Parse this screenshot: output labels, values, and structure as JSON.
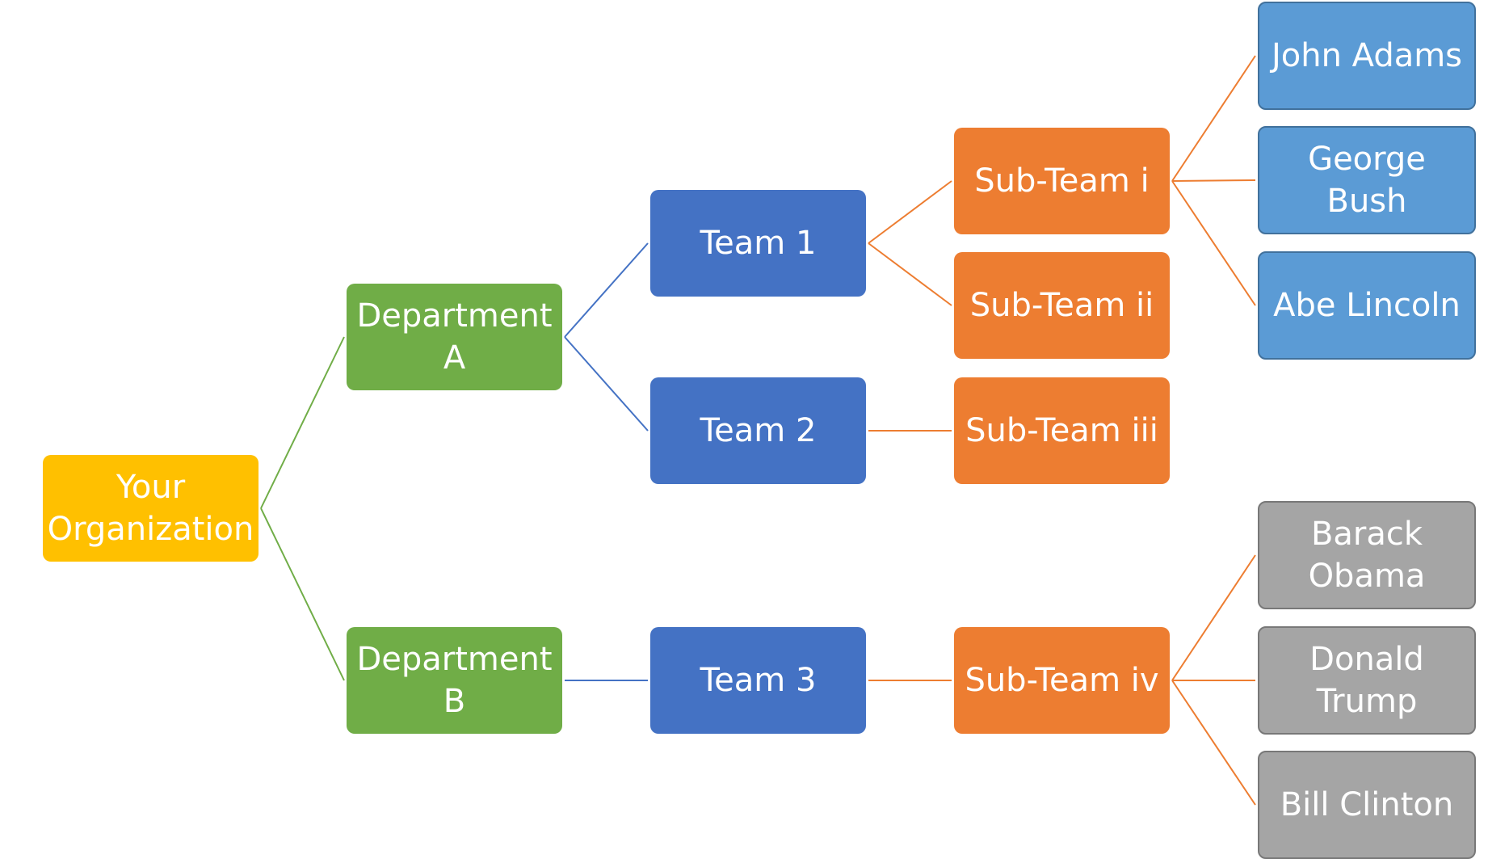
{
  "colors": {
    "organization": "#FFC000",
    "department": "#70AD47",
    "team": "#4472C4",
    "subteam": "#ED7D31",
    "person_group_1": "#5B9BD5",
    "person_group_1_border": "#41719C",
    "person_group_2": "#A5A5A5",
    "person_group_2_border": "#787878",
    "link_department": "#70AD47",
    "link_team": "#4472C4",
    "link_subteam": "#ED7D31"
  },
  "nodes": {
    "organization": {
      "label": "Your\nOrganization"
    },
    "department_a": {
      "label": "Department\nA"
    },
    "department_b": {
      "label": "Department\nB"
    },
    "team_1": {
      "label": "Team 1"
    },
    "team_2": {
      "label": "Team 2"
    },
    "team_3": {
      "label": "Team 3"
    },
    "subteam_i": {
      "label": "Sub-Team i"
    },
    "subteam_ii": {
      "label": "Sub-Team ii"
    },
    "subteam_iii": {
      "label": "Sub-Team iii"
    },
    "subteam_iv": {
      "label": "Sub-Team iv"
    },
    "person_1": {
      "label": "John Adams"
    },
    "person_2": {
      "label": "George Bush"
    },
    "person_3": {
      "label": "Abe Lincoln"
    },
    "person_4": {
      "label": "Barack\nObama"
    },
    "person_5": {
      "label": "Donald\nTrump"
    },
    "person_6": {
      "label": "Bill Clinton"
    }
  },
  "edges": [
    {
      "from": "organization",
      "to": "department_a",
      "color_key": "link_department"
    },
    {
      "from": "organization",
      "to": "department_b",
      "color_key": "link_department"
    },
    {
      "from": "department_a",
      "to": "team_1",
      "color_key": "link_team"
    },
    {
      "from": "department_a",
      "to": "team_2",
      "color_key": "link_team"
    },
    {
      "from": "department_b",
      "to": "team_3",
      "color_key": "link_team"
    },
    {
      "from": "team_1",
      "to": "subteam_i",
      "color_key": "link_subteam"
    },
    {
      "from": "team_1",
      "to": "subteam_ii",
      "color_key": "link_subteam"
    },
    {
      "from": "team_2",
      "to": "subteam_iii",
      "color_key": "link_subteam"
    },
    {
      "from": "team_3",
      "to": "subteam_iv",
      "color_key": "link_subteam"
    },
    {
      "from": "subteam_i",
      "to": "person_1",
      "color_key": "link_subteam"
    },
    {
      "from": "subteam_i",
      "to": "person_2",
      "color_key": "link_subteam"
    },
    {
      "from": "subteam_i",
      "to": "person_3",
      "color_key": "link_subteam"
    },
    {
      "from": "subteam_iv",
      "to": "person_4",
      "color_key": "link_subteam"
    },
    {
      "from": "subteam_iv",
      "to": "person_5",
      "color_key": "link_subteam"
    },
    {
      "from": "subteam_iv",
      "to": "person_6",
      "color_key": "link_subteam"
    }
  ]
}
